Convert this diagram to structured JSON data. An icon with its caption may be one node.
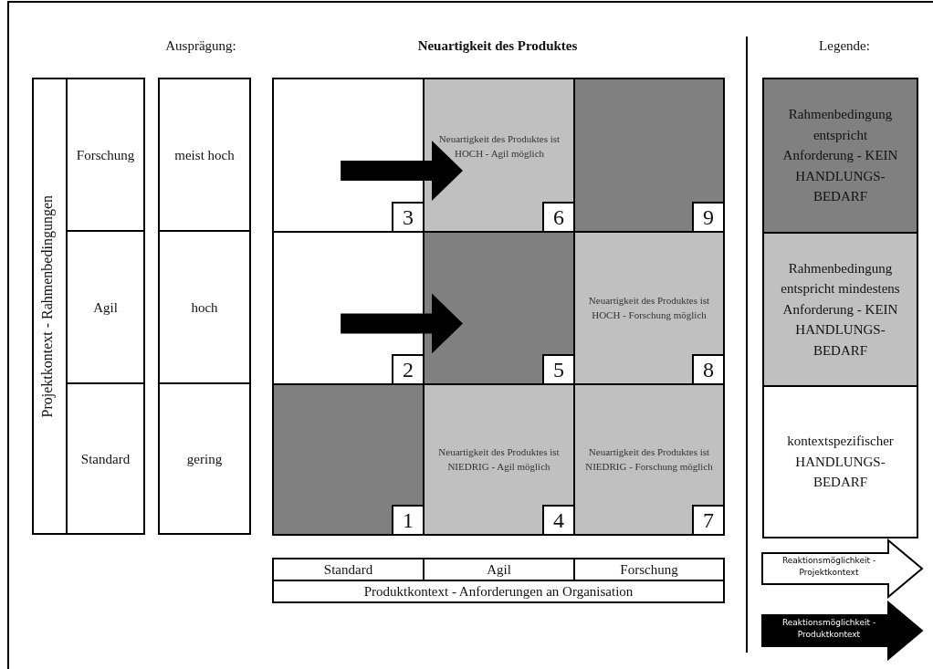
{
  "diagram": {
    "title": "Neuartigkeit des Produktes",
    "nodes": [
      {
        "text": [
          "Projektkontext - Rahmenbedingungen"
        ]
      },
      {
        "text": [
          "Forschung"
        ],
        "in": 0
      },
      {
        "text": [
          "Agil"
        ],
        "in": 0
      },
      {
        "text": [
          "Standard"
        ],
        "in": 0
      },
      {
        "text": [
          "meist hoch"
        ]
      },
      {
        "text": [
          "hoch"
        ]
      },
      {
        "text": [
          "gering"
        ]
      },
      {
        "text": [
          "3"
        ]
      },
      {
        "text": [
          "Neuartigkeit des Produktes ist HOCH - Agil möglich",
          "6"
        ]
      },
      {
        "text": [
          "9"
        ]
      },
      {
        "text": [
          "2"
        ]
      },
      {
        "text": [
          "5"
        ]
      },
      {
        "text": [
          "Neuartigkeit des Produktes ist HOCH - Forschung möglich",
          "8"
        ]
      },
      {
        "text": [
          "1"
        ]
      },
      {
        "text": [
          "Neuartigkeit des Produktes ist NIEDRIG - Agil möglich",
          "4"
        ]
      },
      {
        "text": [
          "Neuartigkeit des Produktes ist NIEDRIG - Forschung möglich",
          "7"
        ]
      },
      {
        "text": [
          "Standard"
        ]
      },
      {
        "text": [
          "Agil"
        ]
      },
      {
        "text": [
          "Forschung"
        ]
      },
      {
        "text": [
          "Produktkontext - Anforderungen an Organisation"
        ]
      }
    ],
    "edges": [
      {
        "from": 7,
        "to": 8,
        "arrow": "to"
      },
      {
        "from": 10,
        "to": 11,
        "arrow": "to"
      }
    ],
    "labels": [
      "Ausprägung:",
      "Legende:"
    ],
    "legend": [
      {
        "text": "Rahmenbedingung entspricht Anforderung - KEIN HANDLUNGS-BEDARF",
        "color": "#808080"
      },
      {
        "text": "Rahmenbedingung entspricht mindestens Anforderung - KEIN HANDLUNGS-BEDARF",
        "color": "#c0c0c0"
      },
      {
        "text": "kontextspezifischer HANDLUNGS-BEDARF",
        "color": "#ffffff"
      },
      {
        "text": "Reaktionsmöglichkeit - Projektkontext"
      },
      {
        "text": "Reaktionsmöglichkeit - Produktkontext"
      }
    ]
  }
}
